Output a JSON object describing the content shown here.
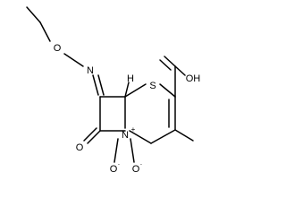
{
  "structure": {
    "atoms": {
      "ring_sulfur": "S",
      "oxime_oxygen": "O",
      "oxime_nitrogen": "N",
      "carbonyl_oxygen": "O",
      "ring_nitrogen": "N",
      "nitrogen_charge": "+",
      "n_oxide_oxygen_left": "O",
      "n_oxide_oxygen_right": "O",
      "acid_hydroxyl": "OH",
      "stereo_hydrogen": "H"
    }
  }
}
